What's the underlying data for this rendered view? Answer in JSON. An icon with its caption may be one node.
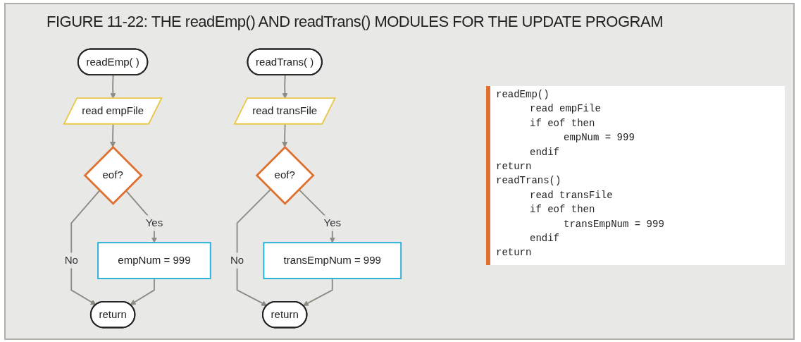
{
  "diagram": {
    "title": "FIGURE 11-22: THE readEmp() AND readTrans() MODULES FOR THE UPDATE PROGRAM",
    "nodes": [
      {
        "text": [
          "readEmp( )"
        ]
      },
      {
        "text": [
          "read empFile"
        ]
      },
      {
        "text": [
          "eof?"
        ]
      },
      {
        "text": [
          "empNum = 999"
        ]
      },
      {
        "text": [
          "return"
        ]
      },
      {
        "text": [
          "readTrans( )"
        ]
      },
      {
        "text": [
          "read transFile"
        ]
      },
      {
        "text": [
          "eof?"
        ]
      },
      {
        "text": [
          "transEmpNum = 999"
        ]
      },
      {
        "text": [
          "return"
        ]
      }
    ],
    "edges": [
      {
        "from": 0,
        "to": 1,
        "arrow": "to"
      },
      {
        "from": 1,
        "to": 2,
        "arrow": "to"
      },
      {
        "from": 2,
        "to": 3,
        "arrow": "to",
        "label": "Yes"
      },
      {
        "from": 2,
        "to": 4,
        "arrow": "to",
        "label": "No"
      },
      {
        "from": 3,
        "to": 4,
        "arrow": "to"
      },
      {
        "from": 5,
        "to": 6,
        "arrow": "to"
      },
      {
        "from": 6,
        "to": 7,
        "arrow": "to"
      },
      {
        "from": 7,
        "to": 8,
        "arrow": "to",
        "label": "Yes"
      },
      {
        "from": 7,
        "to": 9,
        "arrow": "to",
        "label": "No"
      },
      {
        "from": 8,
        "to": 9,
        "arrow": "to"
      }
    ],
    "labels": [
      "readEmp()",
      "read empFile",
      "if eof then",
      "empNum = 999",
      "endif",
      "return",
      "readTrans()",
      "read transFile",
      "if eof then",
      "transEmpNum = 999",
      "endif",
      "return"
    ]
  }
}
